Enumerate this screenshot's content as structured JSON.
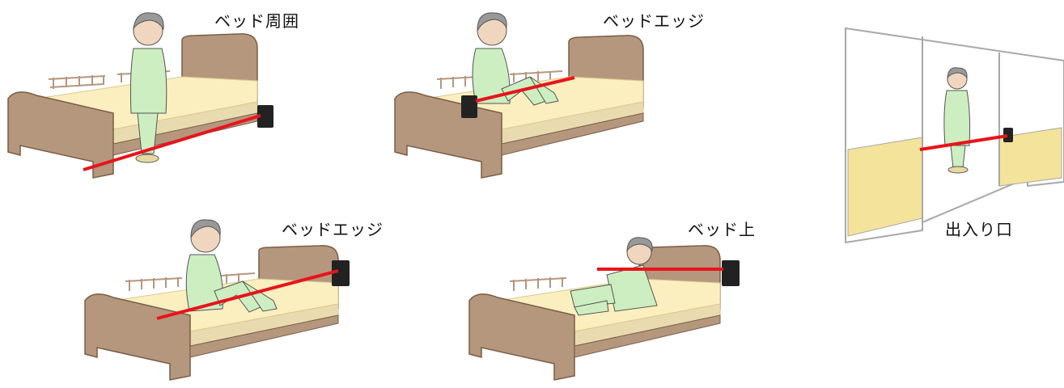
{
  "labels": {
    "bed_perimeter": "ベッド周囲",
    "bed_edge_1": "ベッドエッジ",
    "bed_edge_2": "ベッドエッジ",
    "on_bed": "ベッド上",
    "doorway": "出入り口"
  },
  "colors": {
    "sensor_beam": "#e8141c",
    "sensor_device": "#222222",
    "bed_frame": "#b5977e",
    "bed_frame_edge": "#7a5d46",
    "mattress": "#fbefc0",
    "pajamas": "#cdeec0",
    "door_panel": "#f4e39a"
  }
}
